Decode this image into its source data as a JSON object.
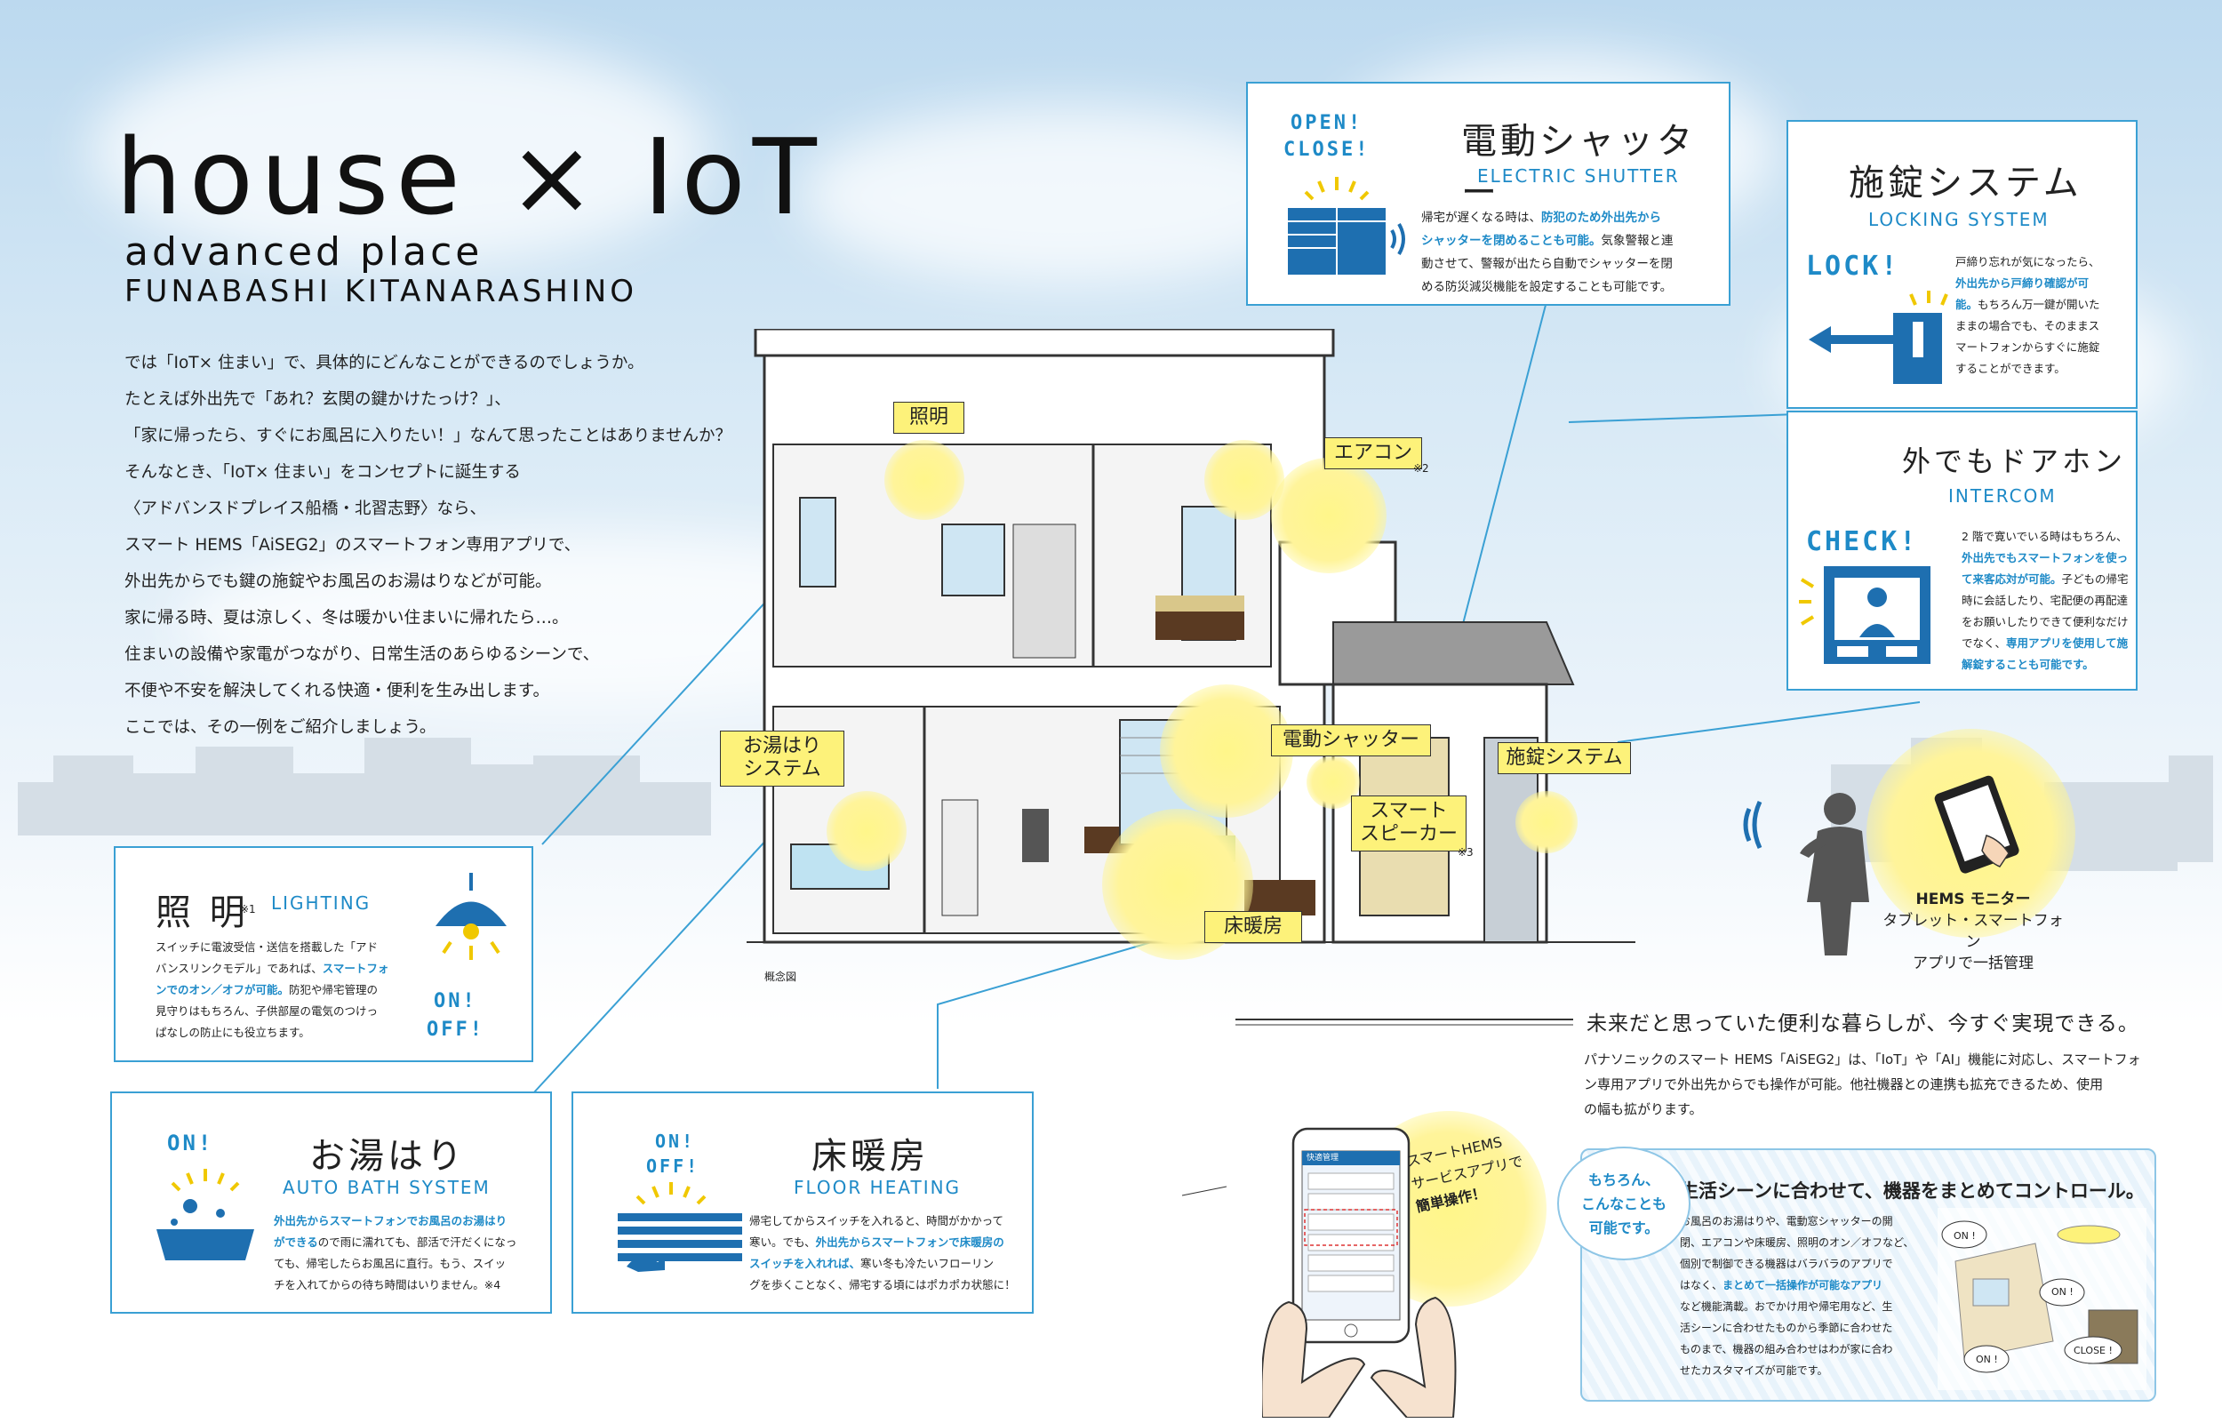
{
  "header": {
    "title": "house × IoT",
    "subtitle": "advanced place",
    "location": "FUNABASHI KITANARASHINO"
  },
  "intro": [
    "では「IoT× 住まい」で、具体的にどんなことができるのでしょうか。",
    "たとえば外出先で「あれ？玄関の鍵かけたっけ？」、",
    "「家に帰ったら、すぐにお風呂に入りたい！」なんて思ったことはありませんか？",
    "そんなとき、「IoT× 住まい」をコンセプトに誕生する",
    "〈アドバンスドプレイス船橋・北習志野〉なら、",
    "スマート HEMS「AiSEG2」のスマートフォン専用アプリで、",
    "外出先からでも鍵の施錠やお風呂のお湯はりなどが可能。",
    "家に帰る時、夏は涼しく、冬は暖かい住まいに帰れたら…。",
    "住まいの設備や家電がつながり、日常生活のあらゆるシーンで、",
    "不便や不安を解決してくれる快適・便利を生み出します。",
    "ここでは、その一例をご紹介しましょう。"
  ],
  "house_tags": {
    "lighting": "照明",
    "aircon": "エアコン",
    "aircon_note": "※2",
    "bath": "お湯はり\nシステム",
    "shutter": "電動シャッター",
    "speaker": "スマート\nスピーカー",
    "speaker_note": "※3",
    "floor": "床暖房",
    "lock": "施錠システム",
    "caption": "概念図"
  },
  "shutter_panel": {
    "badge1": "OPEN!",
    "badge2": "CLOSE!",
    "title": "電動シャッター",
    "sub": "ELECTRIC SHUTTER",
    "lines": [
      {
        "pre": "帰宅が遅くなる時は、",
        "hl": "防犯のため外出先から",
        "post": ""
      },
      {
        "pre": "",
        "hl": "シャッターを閉めることも可能。",
        "post": "気象警報と連"
      },
      {
        "pre": "動させて、警報が出たら自動でシャッターを閉",
        "hl": "",
        "post": ""
      },
      {
        "pre": "める防災減災機能を設定することも可能です。",
        "hl": "",
        "post": ""
      }
    ]
  },
  "lock_panel": {
    "title": "施錠システム",
    "sub": "LOCKING SYSTEM",
    "badge": "LOCK!",
    "lines": [
      {
        "pre": "戸締り忘れが気になったら、",
        "hl": "",
        "post": ""
      },
      {
        "pre": "",
        "hl": "外出先から戸締り確認が可",
        "post": ""
      },
      {
        "pre": "",
        "hl": "能。",
        "post": "もちろん万一鍵が開いた"
      },
      {
        "pre": "ままの場合でも、そのままス",
        "hl": "",
        "post": ""
      },
      {
        "pre": "マートフォンからすぐに施錠",
        "hl": "",
        "post": ""
      },
      {
        "pre": "することができます。",
        "hl": "",
        "post": ""
      }
    ]
  },
  "intercom_panel": {
    "title": "外でもドアホン",
    "sub": "INTERCOM",
    "badge": "CHECK!",
    "lines": [
      {
        "pre": "2 階で寛いでいる時はもちろん、",
        "hl": "",
        "post": ""
      },
      {
        "pre": "",
        "hl": "外出先でもスマートフォンを使っ",
        "post": ""
      },
      {
        "pre": "",
        "hl": "て来客応対が可能。",
        "post": "子どもの帰宅"
      },
      {
        "pre": "時に会話したり、宅配便の再配達",
        "hl": "",
        "post": ""
      },
      {
        "pre": "をお願いしたりできて便利なだけ",
        "hl": "",
        "post": ""
      },
      {
        "pre": "でなく、",
        "hl": "専用アプリを使用して施",
        "post": ""
      },
      {
        "pre": "",
        "hl": "解錠することも可能です。",
        "post": ""
      }
    ]
  },
  "lighting_panel": {
    "title": "照 明",
    "note": "※1",
    "sub": "LIGHTING",
    "badge1": "ON!",
    "badge2": "OFF!",
    "lines": [
      {
        "pre": "スイッチに電波受信・送信を搭載した「アド",
        "hl": "",
        "post": ""
      },
      {
        "pre": "バンスリンクモデル」であれば、",
        "hl": "スマートフォ",
        "post": ""
      },
      {
        "pre": "",
        "hl": "ンでのオン／オフが可能。",
        "post": "防犯や帰宅管理の"
      },
      {
        "pre": "見守りはもちろん、子供部屋の電気のつけっ",
        "hl": "",
        "post": ""
      },
      {
        "pre": "ぱなしの防止にも役立ちます。",
        "hl": "",
        "post": ""
      }
    ]
  },
  "bath_panel": {
    "badge": "ON!",
    "title": "お湯はり",
    "sub": "AUTO BATH SYSTEM",
    "lines": [
      {
        "pre": "",
        "hl": "外出先からスマートフォンでお風呂のお湯はり",
        "post": ""
      },
      {
        "pre": "",
        "hl": "ができる",
        "post": "ので雨に濡れても、部活で汗だくになっ"
      },
      {
        "pre": "ても、帰宅したらお風呂に直行。もう、スイッ",
        "hl": "",
        "post": ""
      },
      {
        "pre": "チを入れてからの待ち時間はいりません。※4",
        "hl": "",
        "post": ""
      }
    ]
  },
  "floor_panel": {
    "badge1": "ON!",
    "badge2": "OFF!",
    "title": "床暖房",
    "sub": "FLOOR HEATING",
    "lines": [
      {
        "pre": "帰宅してからスイッチを入れると、時間がかかって",
        "hl": "",
        "post": ""
      },
      {
        "pre": "寒い。でも、",
        "hl": "外出先からスマートフォンで床暖房の",
        "post": ""
      },
      {
        "pre": "",
        "hl": "スイッチを入れれば、",
        "post": "寒い冬も冷たいフローリン"
      },
      {
        "pre": "グを歩くことなく、帰宅する頃にはポカポカ状態に！",
        "hl": "",
        "post": ""
      }
    ]
  },
  "hems": {
    "l1": "HEMS モニター",
    "l2": "タブレット・スマートフォン",
    "l3": "アプリで一括管理"
  },
  "future": {
    "heading": "未来だと思っていた便利な暮らしが、今すぐ実現できる。",
    "body1": "パナソニックのスマート HEMS「AiSEG2」は、「IoT」や「AI」機能に対応し、スマートフォ",
    "body2": "ン専用アプリで外出先からでも操作が可能。他社機器との連携も拡充できるため、使用",
    "body3": "の幅も拡がります。"
  },
  "phone": {
    "bubble1": "スマートHEMS",
    "bubble2": "サービスアプリで",
    "bubble3": "簡単操作！",
    "screen_title": "快適管理"
  },
  "control": {
    "bubble1": "もちろん、",
    "bubble2": "こんなことも",
    "bubble3": "可能です。",
    "heading": "生活シーンに合わせて、機器をまとめてコントロール。",
    "lines": [
      {
        "pre": "お風呂のお湯はりや、電動窓シャッターの開",
        "hl": "",
        "post": ""
      },
      {
        "pre": "閉、エアコンや床暖房、照明のオン／オフなど、",
        "hl": "",
        "post": ""
      },
      {
        "pre": "個別で制御できる機器はバラバラのアプリで",
        "hl": "",
        "post": ""
      },
      {
        "pre": "はなく、",
        "hl": "まとめて一括操作が可能なアプリ",
        "post": ""
      },
      {
        "pre": "など機能満載。おでかけ用や帰宅用など、生",
        "hl": "",
        "post": ""
      },
      {
        "pre": "活シーンに合わせたものから季節に合わせた",
        "hl": "",
        "post": ""
      },
      {
        "pre": "ものまで、機器の組み合わせはわが家に合わ",
        "hl": "",
        "post": ""
      },
      {
        "pre": "せたカスタマイズが可能です。",
        "hl": "",
        "post": ""
      }
    ],
    "icon_on1": "ON !",
    "icon_on2": "ON !",
    "icon_on3": "ON !",
    "icon_close": "CLOSE !"
  },
  "colors": {
    "accent": "#1e8ac7",
    "tag": "#fdf27a",
    "glow": "#fff68a"
  }
}
